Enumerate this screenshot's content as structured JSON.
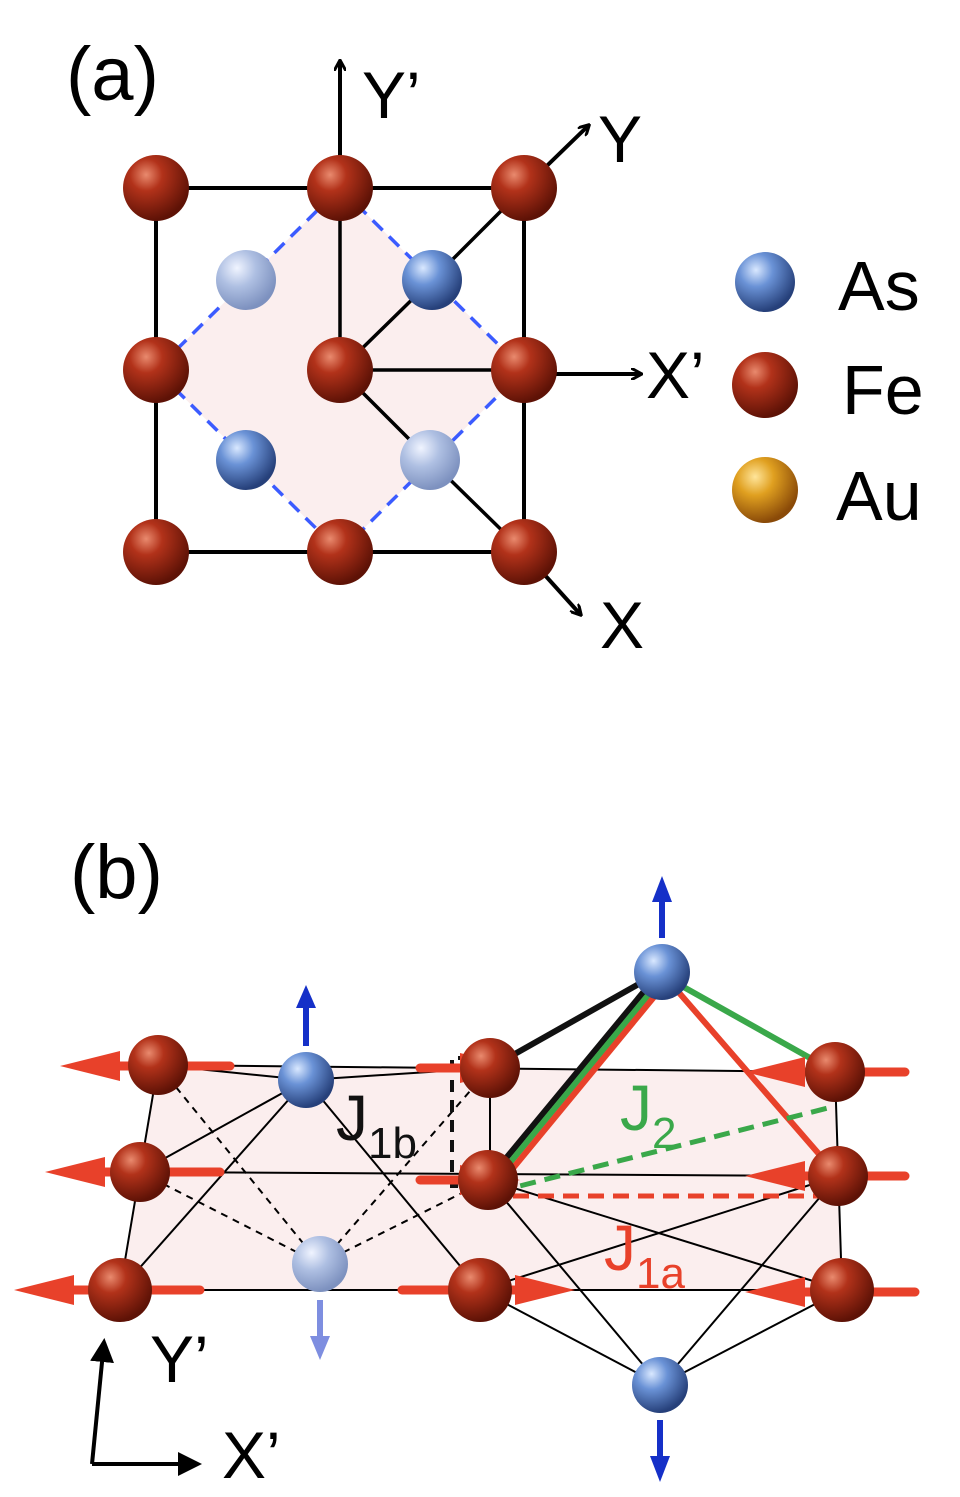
{
  "panel_a": {
    "label": "(a)",
    "axes": {
      "y_prime": "Y’",
      "y": "Y",
      "x_prime": "X’",
      "x": "X"
    },
    "legend": [
      {
        "name": "As",
        "color": "#4f7ec9"
      },
      {
        "name": "Fe",
        "color": "#9a2410"
      },
      {
        "name": "Au",
        "color": "#d99418"
      }
    ]
  },
  "panel_b": {
    "label": "(b)",
    "couplings": {
      "j1b": {
        "main": "J",
        "sub": "1b",
        "color": "#111111"
      },
      "j2": {
        "main": "J",
        "sub": "2",
        "color": "#3aa84a"
      },
      "j1a": {
        "main": "J",
        "sub": "1a",
        "color": "#e8412a"
      }
    },
    "axes": {
      "y_prime": "Y’",
      "x_prime": "X’"
    }
  },
  "colors": {
    "fe": "#9a2410",
    "as": "#4f7ec9",
    "au": "#d99418",
    "spin_arrow": "#e8412a",
    "displacement_arrow": "#1530c8",
    "dashed_cell": "#3b5bff",
    "plane_fill": "#fbeeee"
  }
}
